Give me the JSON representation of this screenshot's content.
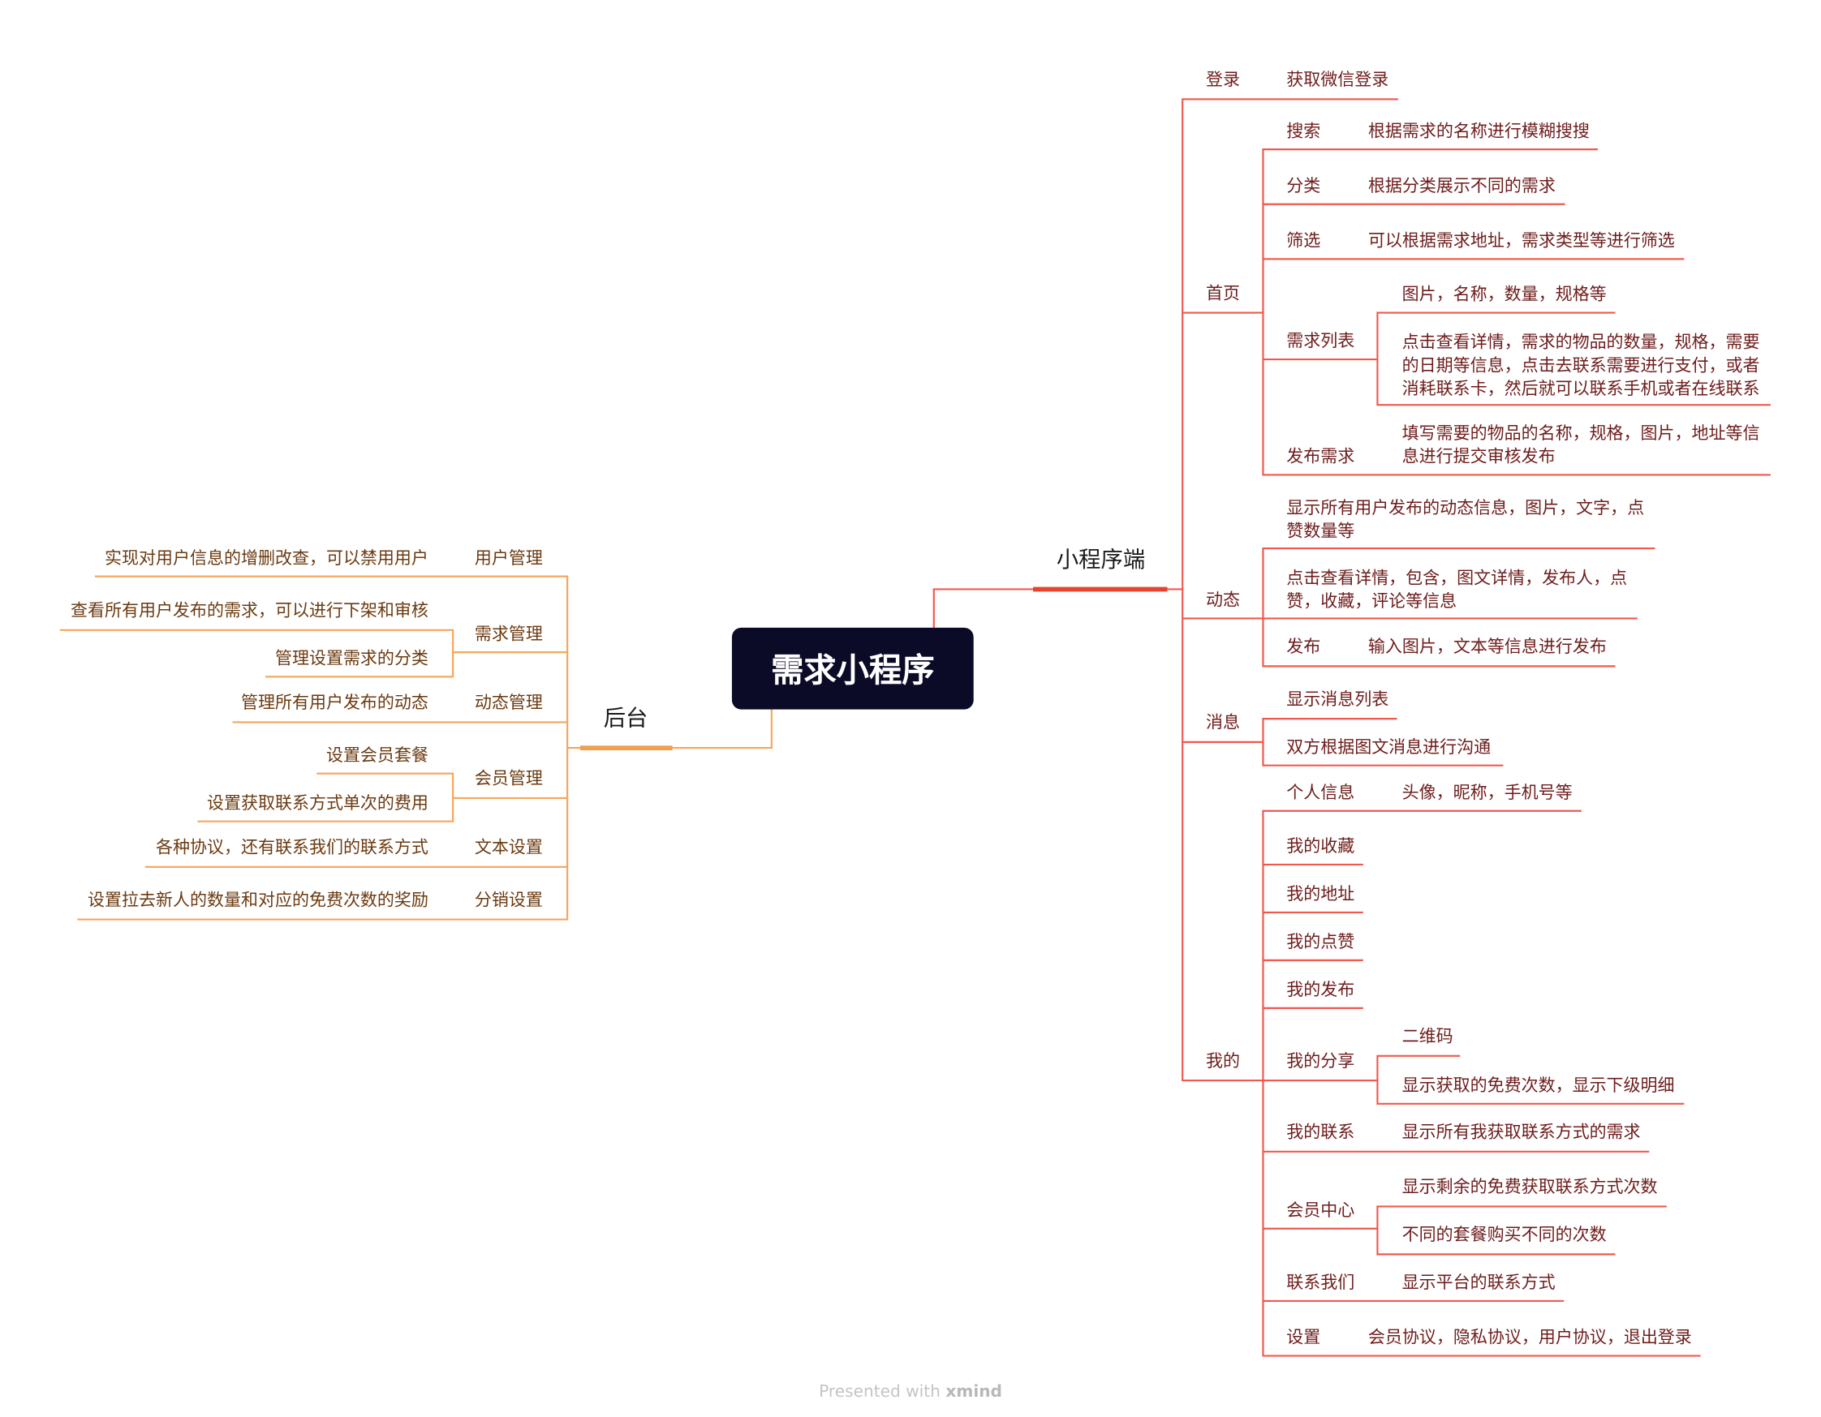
{
  "root": "需求小程序",
  "colors": {
    "right_line": "#f0584e",
    "left_line": "#f5a55a",
    "root_bg": "#0b0a27"
  },
  "right": {
    "title": "小程序端",
    "login": {
      "label": "登录",
      "leaf": "获取微信登录"
    },
    "home": {
      "label": "首页",
      "search": {
        "label": "搜索",
        "leaf": "根据需求的名称进行模糊搜搜"
      },
      "category": {
        "label": "分类",
        "leaf": "根据分类展示不同的需求"
      },
      "filter": {
        "label": "筛选",
        "leaf": "可以根据需求地址，需求类型等进行筛选"
      },
      "list": {
        "label": "需求列表",
        "children": [
          "图片，名称，数量，规格等",
          "点击查看详情，需求的物品的数量，规格，需要的日期等信息，点击去联系需要进行支付，或者消耗联系卡，然后就可以联系手机或者在线联系"
        ]
      },
      "publish": {
        "label": "发布需求",
        "leaf": "填写需要的物品的名称，规格，图片，地址等信息进行提交审核发布"
      }
    },
    "feed": {
      "label": "动态",
      "children": [
        "显示所有用户发布的动态信息，图片，文字，点赞数量等",
        "点击查看详情，包含，图文详情，发布人，点赞，收藏，评论等信息"
      ],
      "publish": {
        "label": "发布",
        "leaf": "输入图片，文本等信息进行发布"
      }
    },
    "message": {
      "label": "消息",
      "children": [
        "显示消息列表",
        "双方根据图文消息进行沟通"
      ]
    },
    "mine": {
      "label": "我的",
      "profile": {
        "label": "个人信息",
        "leaf": "头像，昵称，手机号等"
      },
      "simple": [
        "我的收藏",
        "我的地址",
        "我的点赞",
        "我的发布"
      ],
      "share": {
        "label": "我的分享",
        "children": [
          "二维码",
          "显示获取的免费次数，显示下级明细"
        ]
      },
      "contact": {
        "label": "我的联系",
        "leaf": "显示所有我获取联系方式的需求"
      },
      "vip": {
        "label": "会员中心",
        "children": [
          "显示剩余的免费获取联系方式次数",
          "不同的套餐购买不同的次数"
        ]
      },
      "contact_us": {
        "label": "联系我们",
        "leaf": "显示平台的联系方式"
      },
      "settings": {
        "label": "设置",
        "leaf": "会员协议，隐私协议，用户协议，退出登录"
      }
    }
  },
  "left": {
    "title": "后台",
    "users": {
      "label": "用户管理",
      "leaf": "实现对用户信息的增删改查，可以禁用用户"
    },
    "demands": {
      "label": "需求管理",
      "children": [
        "查看所有用户发布的需求，可以进行下架和审核",
        "管理设置需求的分类"
      ]
    },
    "feeds": {
      "label": "动态管理",
      "leaf": "管理所有用户发布的动态"
    },
    "members": {
      "label": "会员管理",
      "children": [
        "设置会员套餐",
        "设置获取联系方式单次的费用"
      ]
    },
    "texts": {
      "label": "文本设置",
      "leaf": "各种协议，还有联系我们的联系方式"
    },
    "distribution": {
      "label": "分销设置",
      "leaf": "设置拉去新人的数量和对应的免费次数的奖励"
    }
  },
  "footer": {
    "prefix": "Presented with",
    "brand": "xmind"
  }
}
